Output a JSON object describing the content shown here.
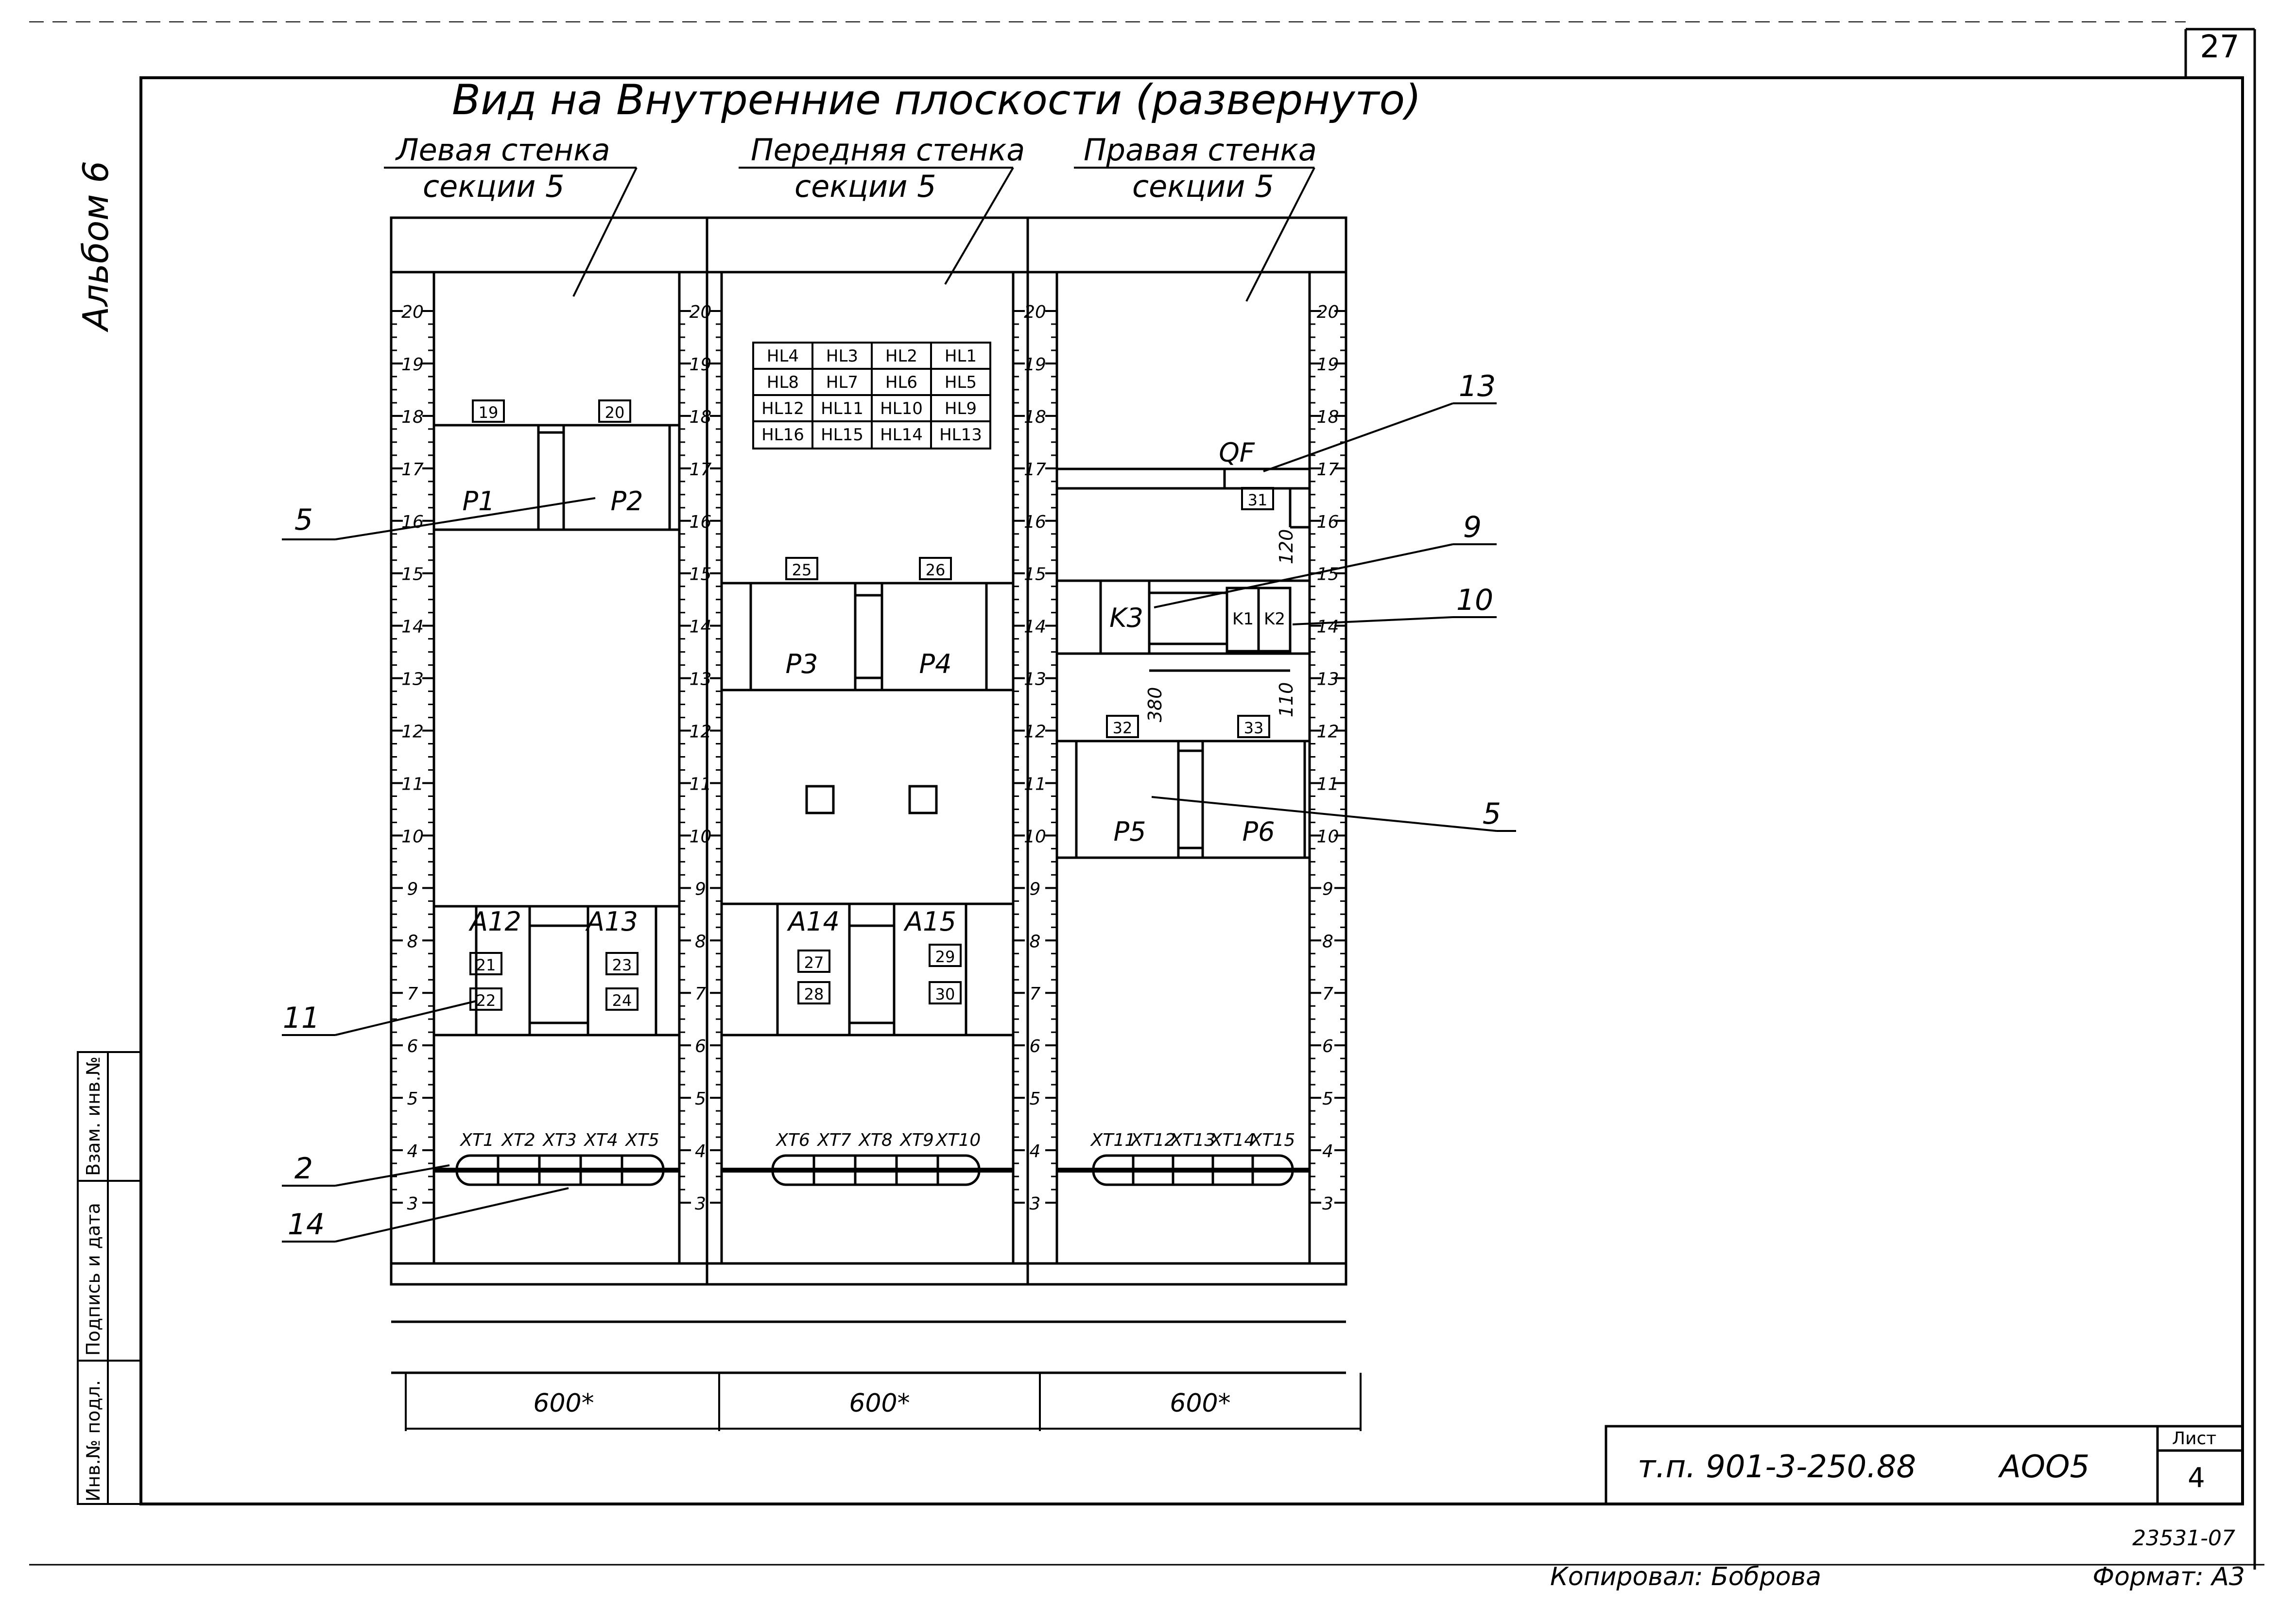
{
  "sheet": {
    "corner_number": "27",
    "album": "Альбом 6",
    "main_title": "Вид на Внутренние плоскости (развернуто)",
    "copied_by": "Копировал: Боброва",
    "format": "Формат: А3",
    "order_number": "23531-07"
  },
  "side_stamp": {
    "inv_podl": "Инв.№ подл.",
    "sign_date": "Подпись и дата",
    "vzam_inv": "Взам. инв.№"
  },
  "title_block": {
    "document": "т.п. 901-3-250.88",
    "code": "АОО5",
    "sheet_label": "Лист",
    "sheet_number": "4"
  },
  "walls": {
    "left": {
      "title": "Левая стенка",
      "section": "секции 5",
      "width": "600*"
    },
    "front": {
      "title": "Передняя стенка",
      "section": "секции 5",
      "width": "600*"
    },
    "right": {
      "title": "Правая стенка",
      "section": "секции 5",
      "width": "600*"
    }
  },
  "rail_marks": [
    "3",
    "4",
    "5",
    "6",
    "7",
    "8",
    "9",
    "10",
    "11",
    "12",
    "13",
    "14",
    "15",
    "16",
    "17",
    "18",
    "19",
    "20"
  ],
  "lamp_grid": [
    [
      "HL4",
      "HL3",
      "HL2",
      "HL1"
    ],
    [
      "HL8",
      "HL7",
      "HL6",
      "HL5"
    ],
    [
      "HL12",
      "HL11",
      "HL10",
      "HL9"
    ],
    [
      "HL16",
      "HL15",
      "HL14",
      "HL13"
    ]
  ],
  "devices": {
    "P1": "P1",
    "P2": "P2",
    "P3": "P3",
    "P4": "P4",
    "P5": "P5",
    "P6": "P6",
    "A12": "А12",
    "A13": "А13",
    "A14": "А14",
    "A15": "А15",
    "K1": "K1",
    "K2": "K2",
    "K3": "K3",
    "QF": "QF"
  },
  "tags": {
    "t19": "19",
    "t20": "20",
    "t21": "21",
    "t22": "22",
    "t23": "23",
    "t24": "24",
    "t25": "25",
    "t26": "26",
    "t27": "27",
    "t28": "28",
    "t29": "29",
    "t30": "30",
    "t31": "31",
    "t32": "32",
    "t33": "33"
  },
  "dimensions": {
    "d120": "120",
    "d380": "380",
    "d110": "110"
  },
  "terminals": {
    "left": [
      "XT1",
      "XT2",
      "XT3",
      "XT4",
      "XT5"
    ],
    "front": [
      "XT6",
      "XT7",
      "XT8",
      "XT9",
      "XT10"
    ],
    "right": [
      "XT11",
      "XT12",
      "XT13",
      "XT14",
      "XT15"
    ]
  },
  "callouts": {
    "c5a": "5",
    "c11": "11",
    "c2": "2",
    "c14": "14",
    "c13": "13",
    "c9": "9",
    "c10": "10",
    "c5b": "5"
  }
}
